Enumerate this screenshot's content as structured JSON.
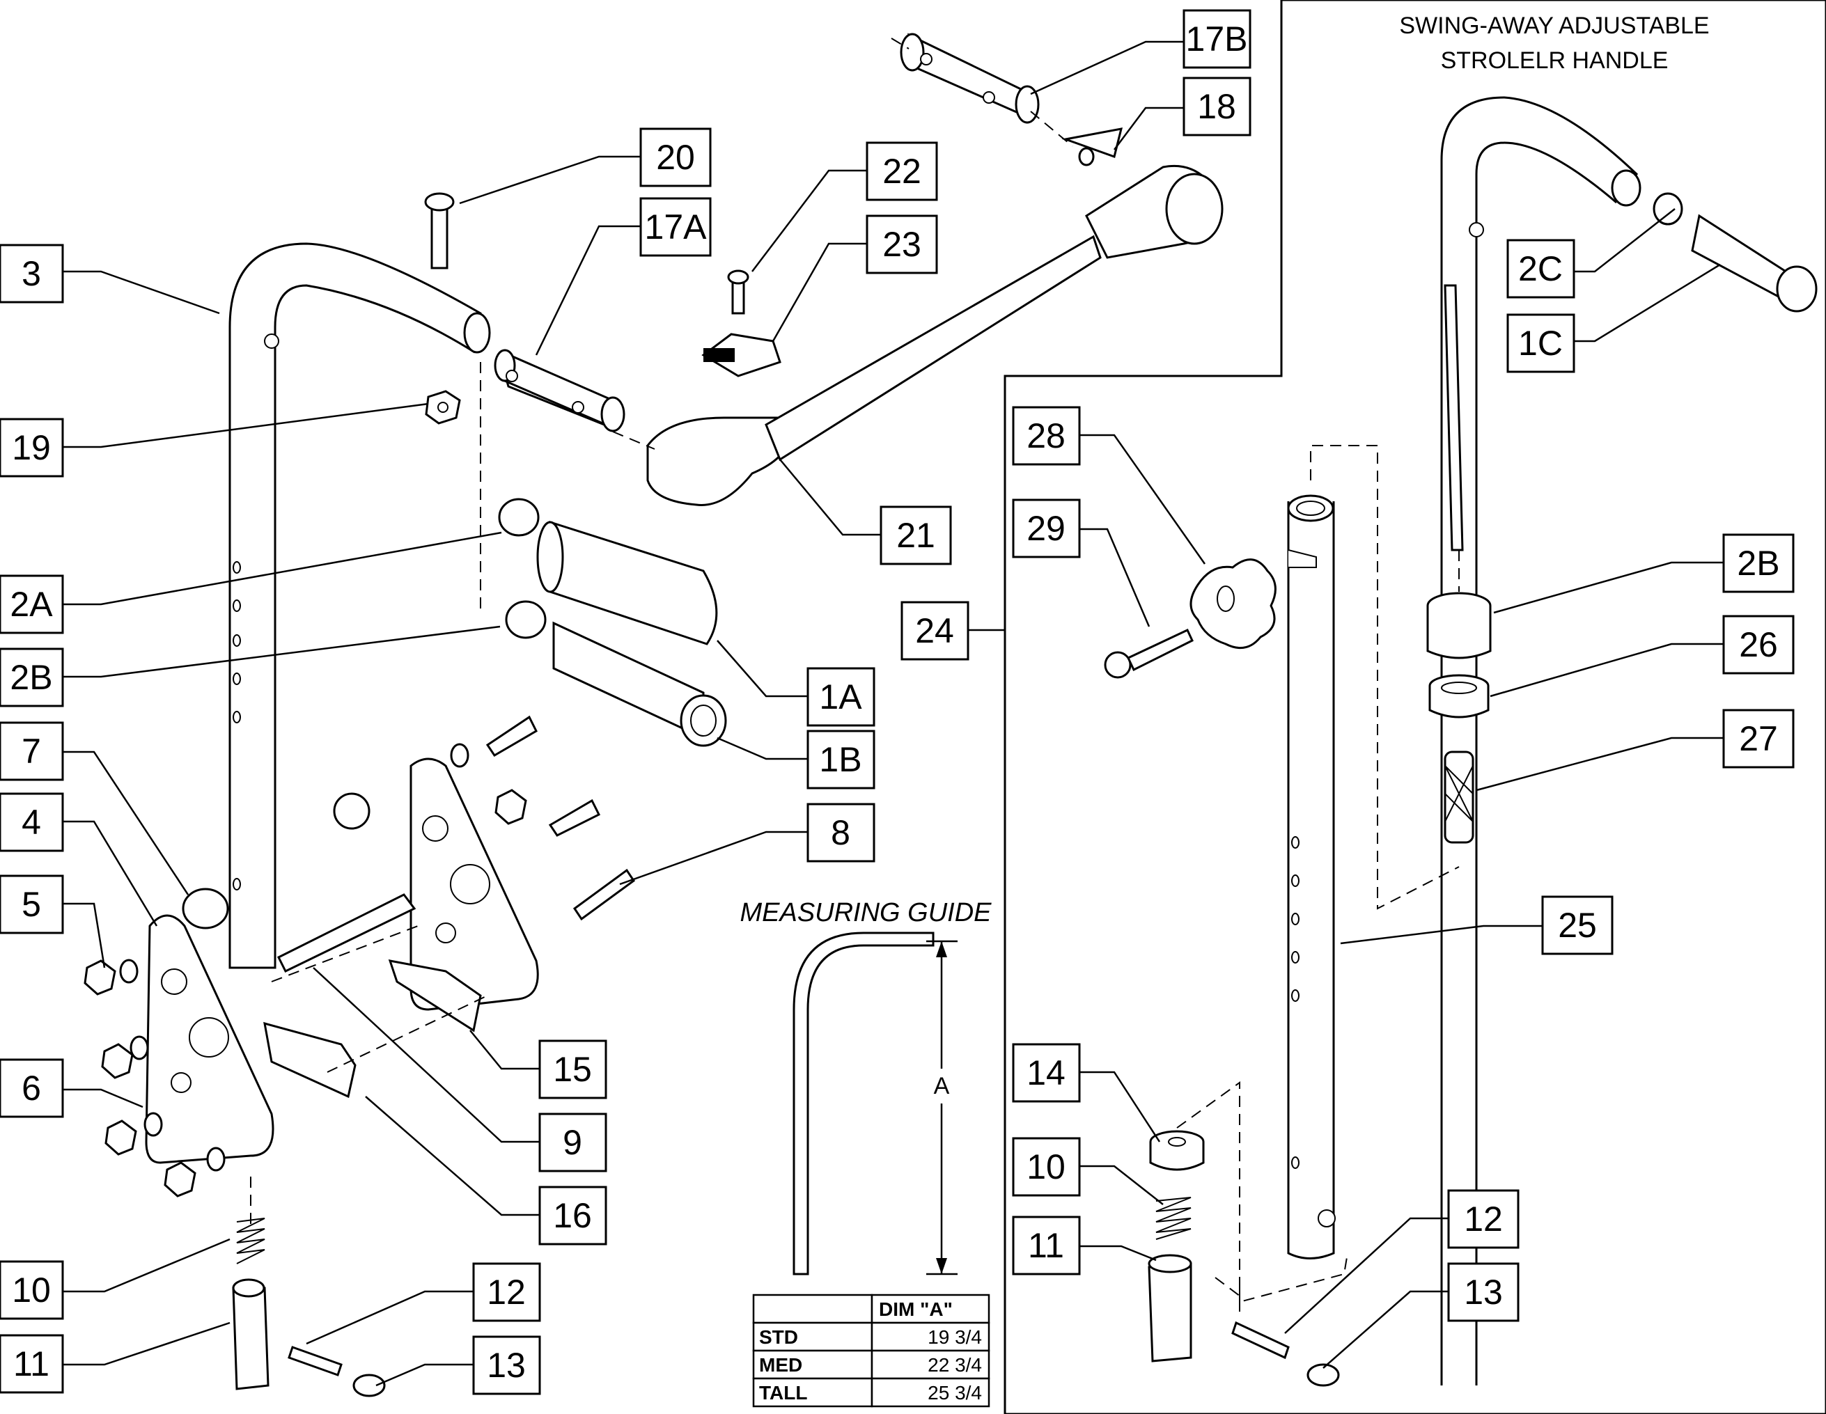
{
  "inset_title": [
    "SWING-AWAY ADJUSTABLE",
    "STROLELR HANDLE"
  ],
  "measuring_guide": {
    "title": "MEASURING GUIDE",
    "dimension_label": "A",
    "table": {
      "header": [
        "",
        "DIM \"A\""
      ],
      "rows": [
        {
          "size": "STD",
          "dim": "19 3/4"
        },
        {
          "size": "MED",
          "dim": "22 3/4"
        },
        {
          "size": "TALL",
          "dim": "25 3/4"
        }
      ]
    }
  },
  "callouts": {
    "c3": "3",
    "c19": "19",
    "c2A": "2A",
    "c2B_left": "2B",
    "c7": "7",
    "c4": "4",
    "c5": "5",
    "c6": "6",
    "c10_left": "10",
    "c11_left": "11",
    "c12_left": "12",
    "c13_left": "13",
    "c16": "16",
    "c9": "9",
    "c15": "15",
    "c1A": "1A",
    "c1B": "1B",
    "c8": "8",
    "c20": "20",
    "c17A": "17A",
    "c22": "22",
    "c23": "23",
    "c21": "21",
    "c17B": "17B",
    "c18": "18",
    "c24": "24",
    "c28": "28",
    "c29": "29",
    "c25": "25",
    "c14": "14",
    "c10_right": "10",
    "c11_right": "11",
    "c12_right": "12",
    "c13_right": "13",
    "c2C": "2C",
    "c1C": "1C",
    "c2B_right": "2B",
    "c26": "26",
    "c27": "27"
  }
}
